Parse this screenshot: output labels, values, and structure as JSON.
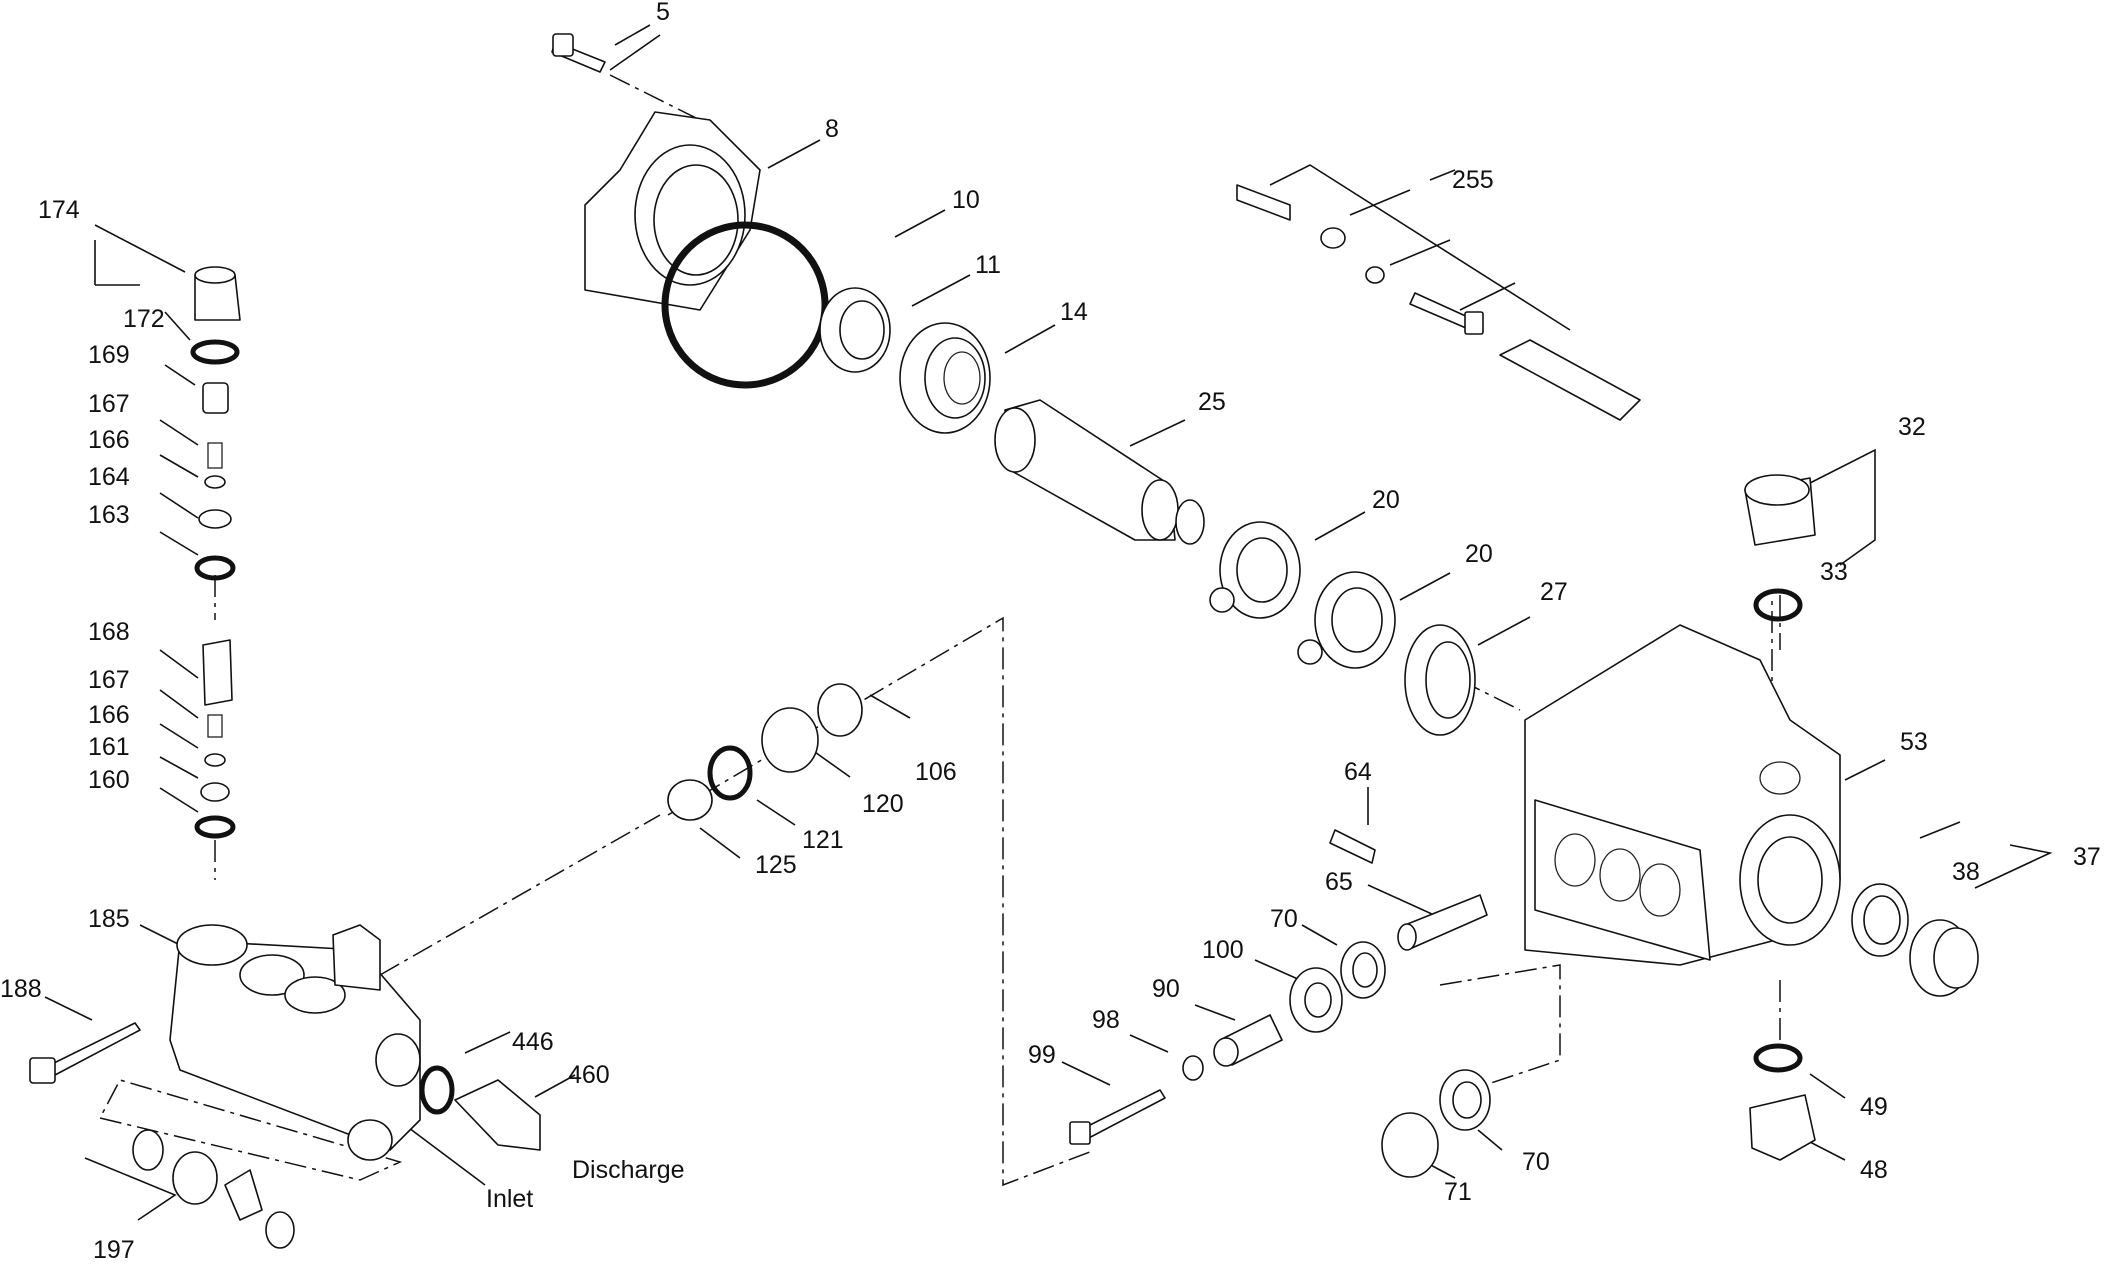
{
  "diagram": {
    "callouts": [
      {
        "id": "5",
        "text": "5"
      },
      {
        "id": "8",
        "text": "8"
      },
      {
        "id": "10",
        "text": "10"
      },
      {
        "id": "11",
        "text": "11"
      },
      {
        "id": "14",
        "text": "14"
      },
      {
        "id": "25",
        "text": "25"
      },
      {
        "id": "255",
        "text": "255"
      },
      {
        "id": "20a",
        "text": "20"
      },
      {
        "id": "20b",
        "text": "20"
      },
      {
        "id": "27",
        "text": "27"
      },
      {
        "id": "32",
        "text": "32"
      },
      {
        "id": "33",
        "text": "33"
      },
      {
        "id": "53",
        "text": "53"
      },
      {
        "id": "37",
        "text": "37"
      },
      {
        "id": "38",
        "text": "38"
      },
      {
        "id": "64",
        "text": "64"
      },
      {
        "id": "65",
        "text": "65"
      },
      {
        "id": "70a",
        "text": "70"
      },
      {
        "id": "100",
        "text": "100"
      },
      {
        "id": "90",
        "text": "90"
      },
      {
        "id": "98",
        "text": "98"
      },
      {
        "id": "99",
        "text": "99"
      },
      {
        "id": "70b",
        "text": "70"
      },
      {
        "id": "71",
        "text": "71"
      },
      {
        "id": "49",
        "text": "49"
      },
      {
        "id": "48",
        "text": "48"
      },
      {
        "id": "174",
        "text": "174"
      },
      {
        "id": "172",
        "text": "172"
      },
      {
        "id": "169",
        "text": "169"
      },
      {
        "id": "167a",
        "text": "167"
      },
      {
        "id": "166a",
        "text": "166"
      },
      {
        "id": "164",
        "text": "164"
      },
      {
        "id": "163",
        "text": "163"
      },
      {
        "id": "168",
        "text": "168"
      },
      {
        "id": "167b",
        "text": "167"
      },
      {
        "id": "166b",
        "text": "166"
      },
      {
        "id": "161",
        "text": "161"
      },
      {
        "id": "160",
        "text": "160"
      },
      {
        "id": "185",
        "text": "185"
      },
      {
        "id": "188",
        "text": "188"
      },
      {
        "id": "446",
        "text": "446"
      },
      {
        "id": "460",
        "text": "460"
      },
      {
        "id": "106",
        "text": "106"
      },
      {
        "id": "120",
        "text": "120"
      },
      {
        "id": "121",
        "text": "121"
      },
      {
        "id": "125",
        "text": "125"
      },
      {
        "id": "197",
        "text": "197"
      }
    ],
    "port_labels": {
      "inlet": "Inlet",
      "discharge": "Discharge"
    }
  }
}
